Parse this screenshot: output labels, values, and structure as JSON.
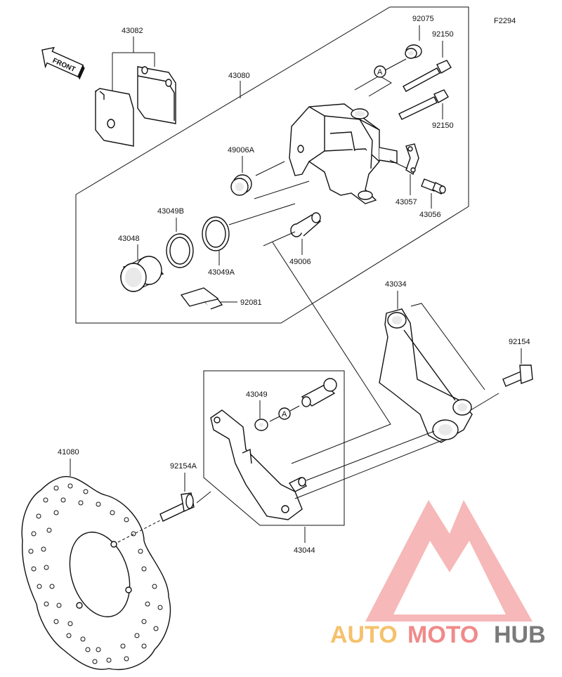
{
  "diagram_code": "F2294",
  "front_arrow_label": "FRONT",
  "part_numbers": {
    "p92075": "92075",
    "p92150a": "92150",
    "p92150b": "92150",
    "p43082": "43082",
    "p43080": "43080",
    "p49006A": "49006A",
    "p43049B": "43049B",
    "p43048": "43048",
    "p43049A": "43049A",
    "p49006": "49006",
    "p43057": "43057",
    "p43056": "43056",
    "p92081": "92081",
    "p43034": "43034",
    "p92154": "92154",
    "p43049": "43049",
    "p41080": "41080",
    "p92154A": "92154A",
    "p43044": "43044"
  },
  "ref_marker_a1": "A",
  "ref_marker_a2": "A",
  "watermark": {
    "part1": "AUTO",
    "part2": "MOTO",
    "part3": "HUB",
    "color1": "#f5c16c",
    "color2": "#f08a8a",
    "color3": "#7a7a7a",
    "logo_color": "#f3a0a0"
  }
}
